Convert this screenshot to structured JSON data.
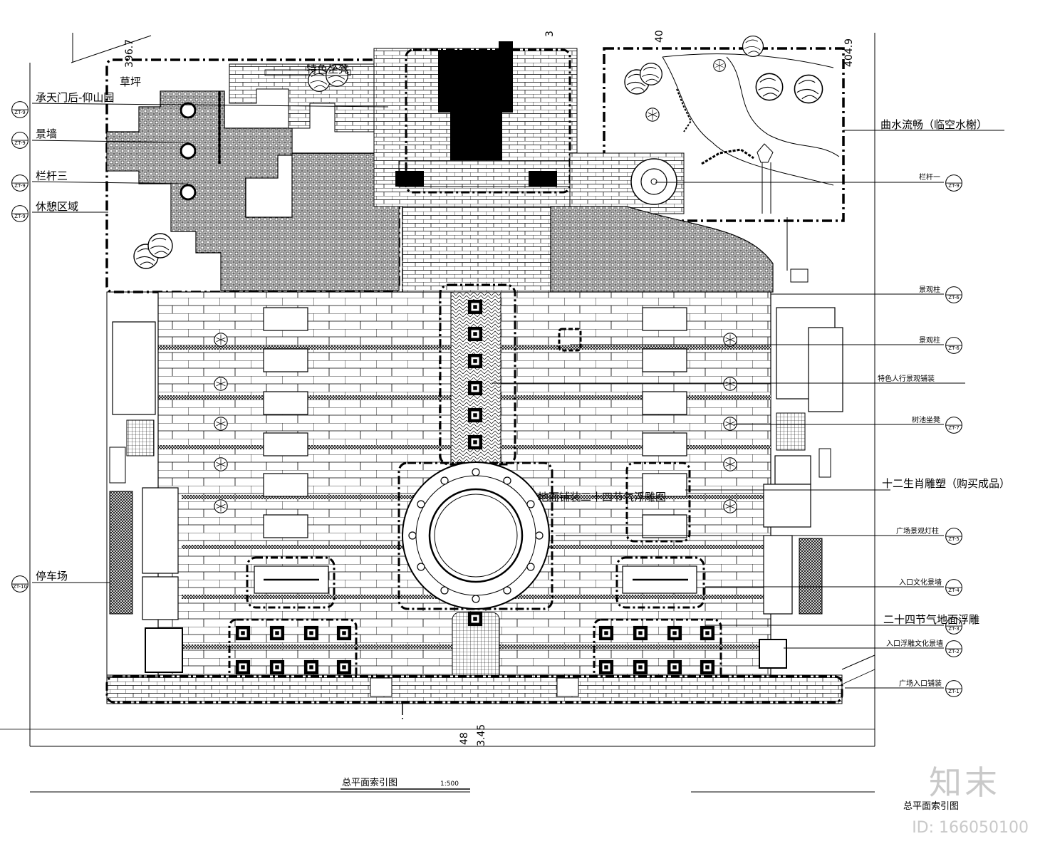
{
  "drawing": {
    "title": "总平面索引图",
    "scale": "1:500",
    "corner_title": "总平面索引图"
  },
  "left_labels": [
    {
      "text": "承天门后-仰山园",
      "idx": "ZT-9"
    },
    {
      "text": "景墙",
      "idx": "ZT-9"
    },
    {
      "text": "栏杆三",
      "idx": "ZT-9"
    },
    {
      "text": "休憩区域",
      "idx": "ZT-9"
    },
    {
      "text": "停车场",
      "idx": "ZT-10"
    }
  ],
  "top_labels": {
    "lawn": "草坪",
    "seating": "特色坐凳"
  },
  "right_labels": [
    {
      "text": "曲水流畅（临空水榭）",
      "idx": "",
      "size": "lg"
    },
    {
      "text": "栏杆一",
      "idx": "ZT-9",
      "size": "sm"
    },
    {
      "text": "景观柱",
      "idx": "ZT-6",
      "size": "sm"
    },
    {
      "text": "景观柱",
      "idx": "ZT-6",
      "size": "sm"
    },
    {
      "text": "特色人行景观铺装",
      "idx": "",
      "size": "sm"
    },
    {
      "text": "树池坐凳",
      "idx": "ZT-7",
      "size": "sm"
    },
    {
      "text": "十二生肖雕塑（购买成品）",
      "idx": "",
      "size": "lg"
    },
    {
      "text": "广场景观灯柱",
      "idx": "ZT-5",
      "size": "sm"
    },
    {
      "text": "入口文化景墙",
      "idx": "ZT-4",
      "size": "sm"
    },
    {
      "text": "二十四节气地面浮雕",
      "idx": "ZT-3",
      "size": "lg"
    },
    {
      "text": "入口浮雕文化景墙",
      "idx": "ZT-2",
      "size": "sm"
    },
    {
      "text": "广场入口铺装",
      "idx": "ZT-1",
      "size": "sm"
    }
  ],
  "center_label": "地面铺装二十四节气浮雕图",
  "dimensions": {
    "top_left": "396.7",
    "top_mid": "3",
    "top_right_a": "40",
    "top_right_b": "404.9",
    "bottom_a": "48",
    "bottom_b": "3.45"
  },
  "watermark": {
    "brand": "知末",
    "id": "ID: 166050100"
  }
}
